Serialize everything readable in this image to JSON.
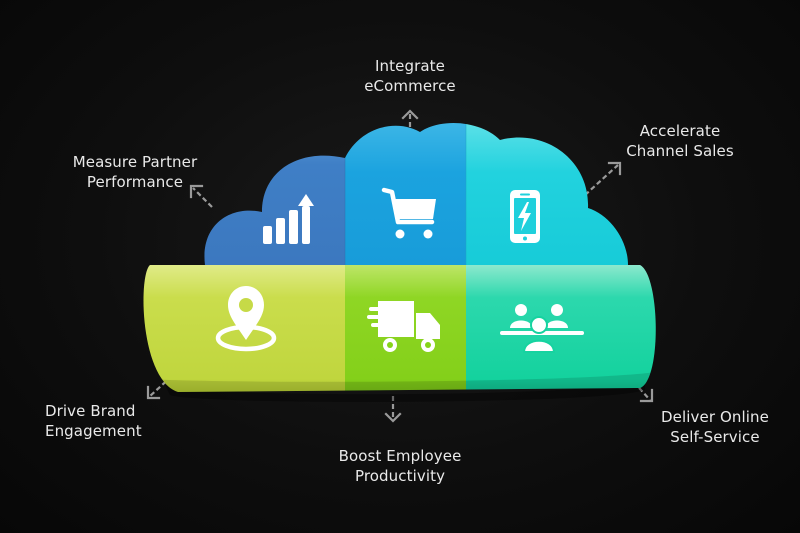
{
  "diagram": {
    "colors": {
      "background": "#0f0f0f",
      "top_left": "#3f7fc6",
      "top_center": "#1ba3df",
      "top_right": "#1fd0dc",
      "bottom_left": "#c3d842",
      "bottom_center": "#86d419",
      "bottom_right": "#16d3a0",
      "label_text": "#e9e9e9",
      "arrow": "#9a9a9a"
    },
    "segments": [
      {
        "id": "top-left",
        "icon": "bar-chart-growth-icon",
        "label_ref": "measure_partner_performance"
      },
      {
        "id": "top-center",
        "icon": "shopping-cart-icon",
        "label_ref": "integrate_ecommerce"
      },
      {
        "id": "top-right",
        "icon": "smartphone-charging-icon",
        "label_ref": "accelerate_channel_sales"
      },
      {
        "id": "bottom-left",
        "icon": "location-pin-icon",
        "label_ref": "drive_brand_engagement"
      },
      {
        "id": "bottom-center",
        "icon": "delivery-truck-icon",
        "label_ref": "boost_employee_productivity"
      },
      {
        "id": "bottom-right",
        "icon": "team-users-icon",
        "label_ref": "deliver_online_self_service"
      }
    ],
    "labels": {
      "measure_partner_performance": {
        "line1": "Measure Partner",
        "line2": "Performance"
      },
      "integrate_ecommerce": {
        "line1": "Integrate",
        "line2": "eCommerce"
      },
      "accelerate_channel_sales": {
        "line1": "Accelerate",
        "line2": "Channel Sales"
      },
      "drive_brand_engagement": {
        "line1": "Drive Brand",
        "line2": "Engagement"
      },
      "boost_employee_productivity": {
        "line1": "Boost Employee",
        "line2": "Productivity"
      },
      "deliver_online_self_service": {
        "line1": "Deliver Online",
        "line2": "Self-Service"
      }
    }
  }
}
